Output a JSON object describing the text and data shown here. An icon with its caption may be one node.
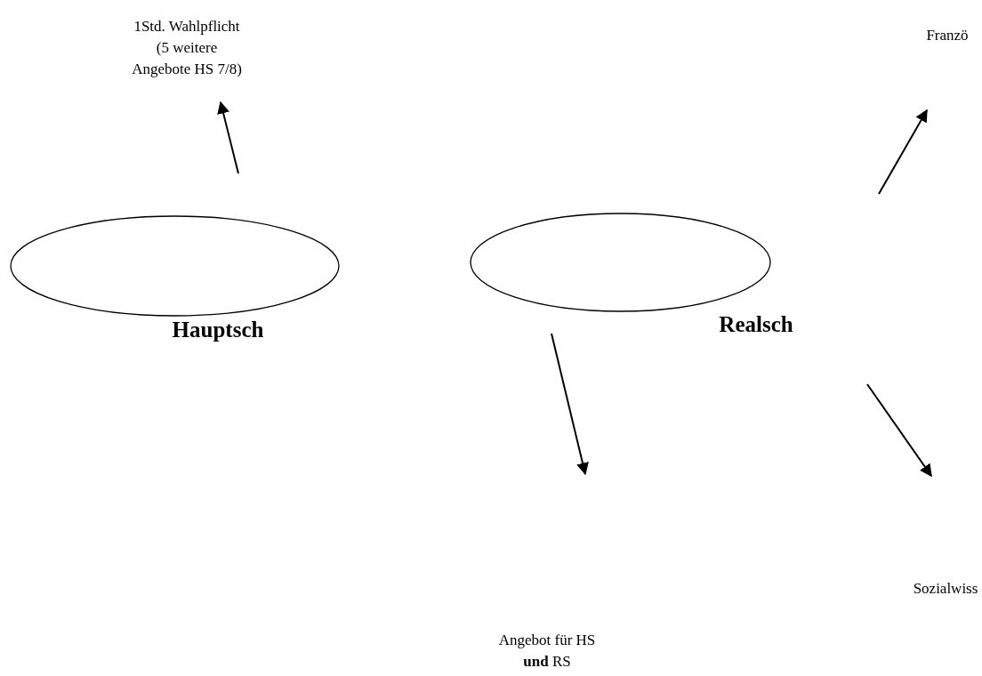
{
  "diagram": {
    "nodes": [
      {
        "text": [
          "Hauptsch"
        ]
      },
      {
        "text": [
          "Realsch"
        ]
      },
      {
        "text": [
          "1Std. Wahlpflicht (5 weitere Angebote HS 7/8)"
        ]
      },
      {
        "text": [
          "Franzö"
        ]
      },
      {
        "text": [
          "Angebot für HS **und** RS"
        ]
      },
      {
        "text": [
          "Sozialwiss"
        ]
      }
    ],
    "edges": [
      {
        "from": 0,
        "to": 2,
        "arrow": "to"
      },
      {
        "from": 1,
        "to": null,
        "arrow": "to"
      }
    ]
  }
}
